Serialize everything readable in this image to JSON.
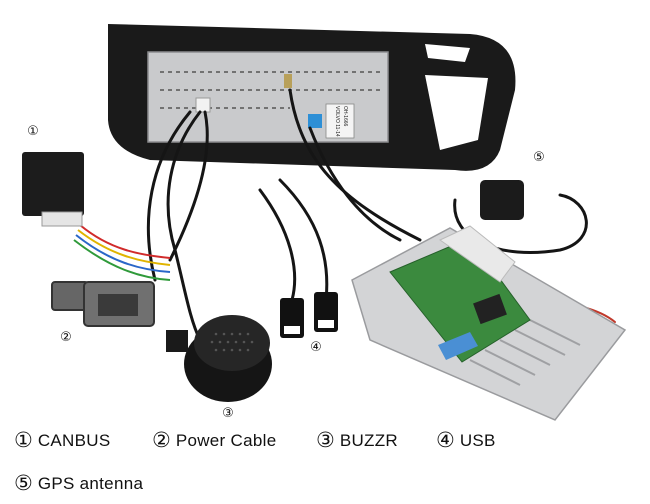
{
  "photo_labels": [
    {
      "id": "1",
      "text": "①"
    },
    {
      "id": "2",
      "text": "②"
    },
    {
      "id": "3",
      "text": "③"
    },
    {
      "id": "4",
      "text": "④"
    },
    {
      "id": "5",
      "text": "⑤"
    }
  ],
  "device_sticker": {
    "line1": "VOLVO 11-14",
    "line2": "OH-1666"
  },
  "legend": [
    {
      "num": "1",
      "label": "CANBUS"
    },
    {
      "num": "2",
      "label": "Power Cable"
    },
    {
      "num": "3",
      "label": "BUZZR"
    },
    {
      "num": "4",
      "label": "USB"
    },
    {
      "num": "5",
      "label": "GPS antenna"
    }
  ],
  "colors": {
    "frame": "#1a1a1a",
    "chassis": "#c9cacc",
    "pcb": "#3b8a3e",
    "cable": "#151515",
    "usb_blue": "#2d8fd6",
    "ribbon": "#e9e9e9"
  }
}
